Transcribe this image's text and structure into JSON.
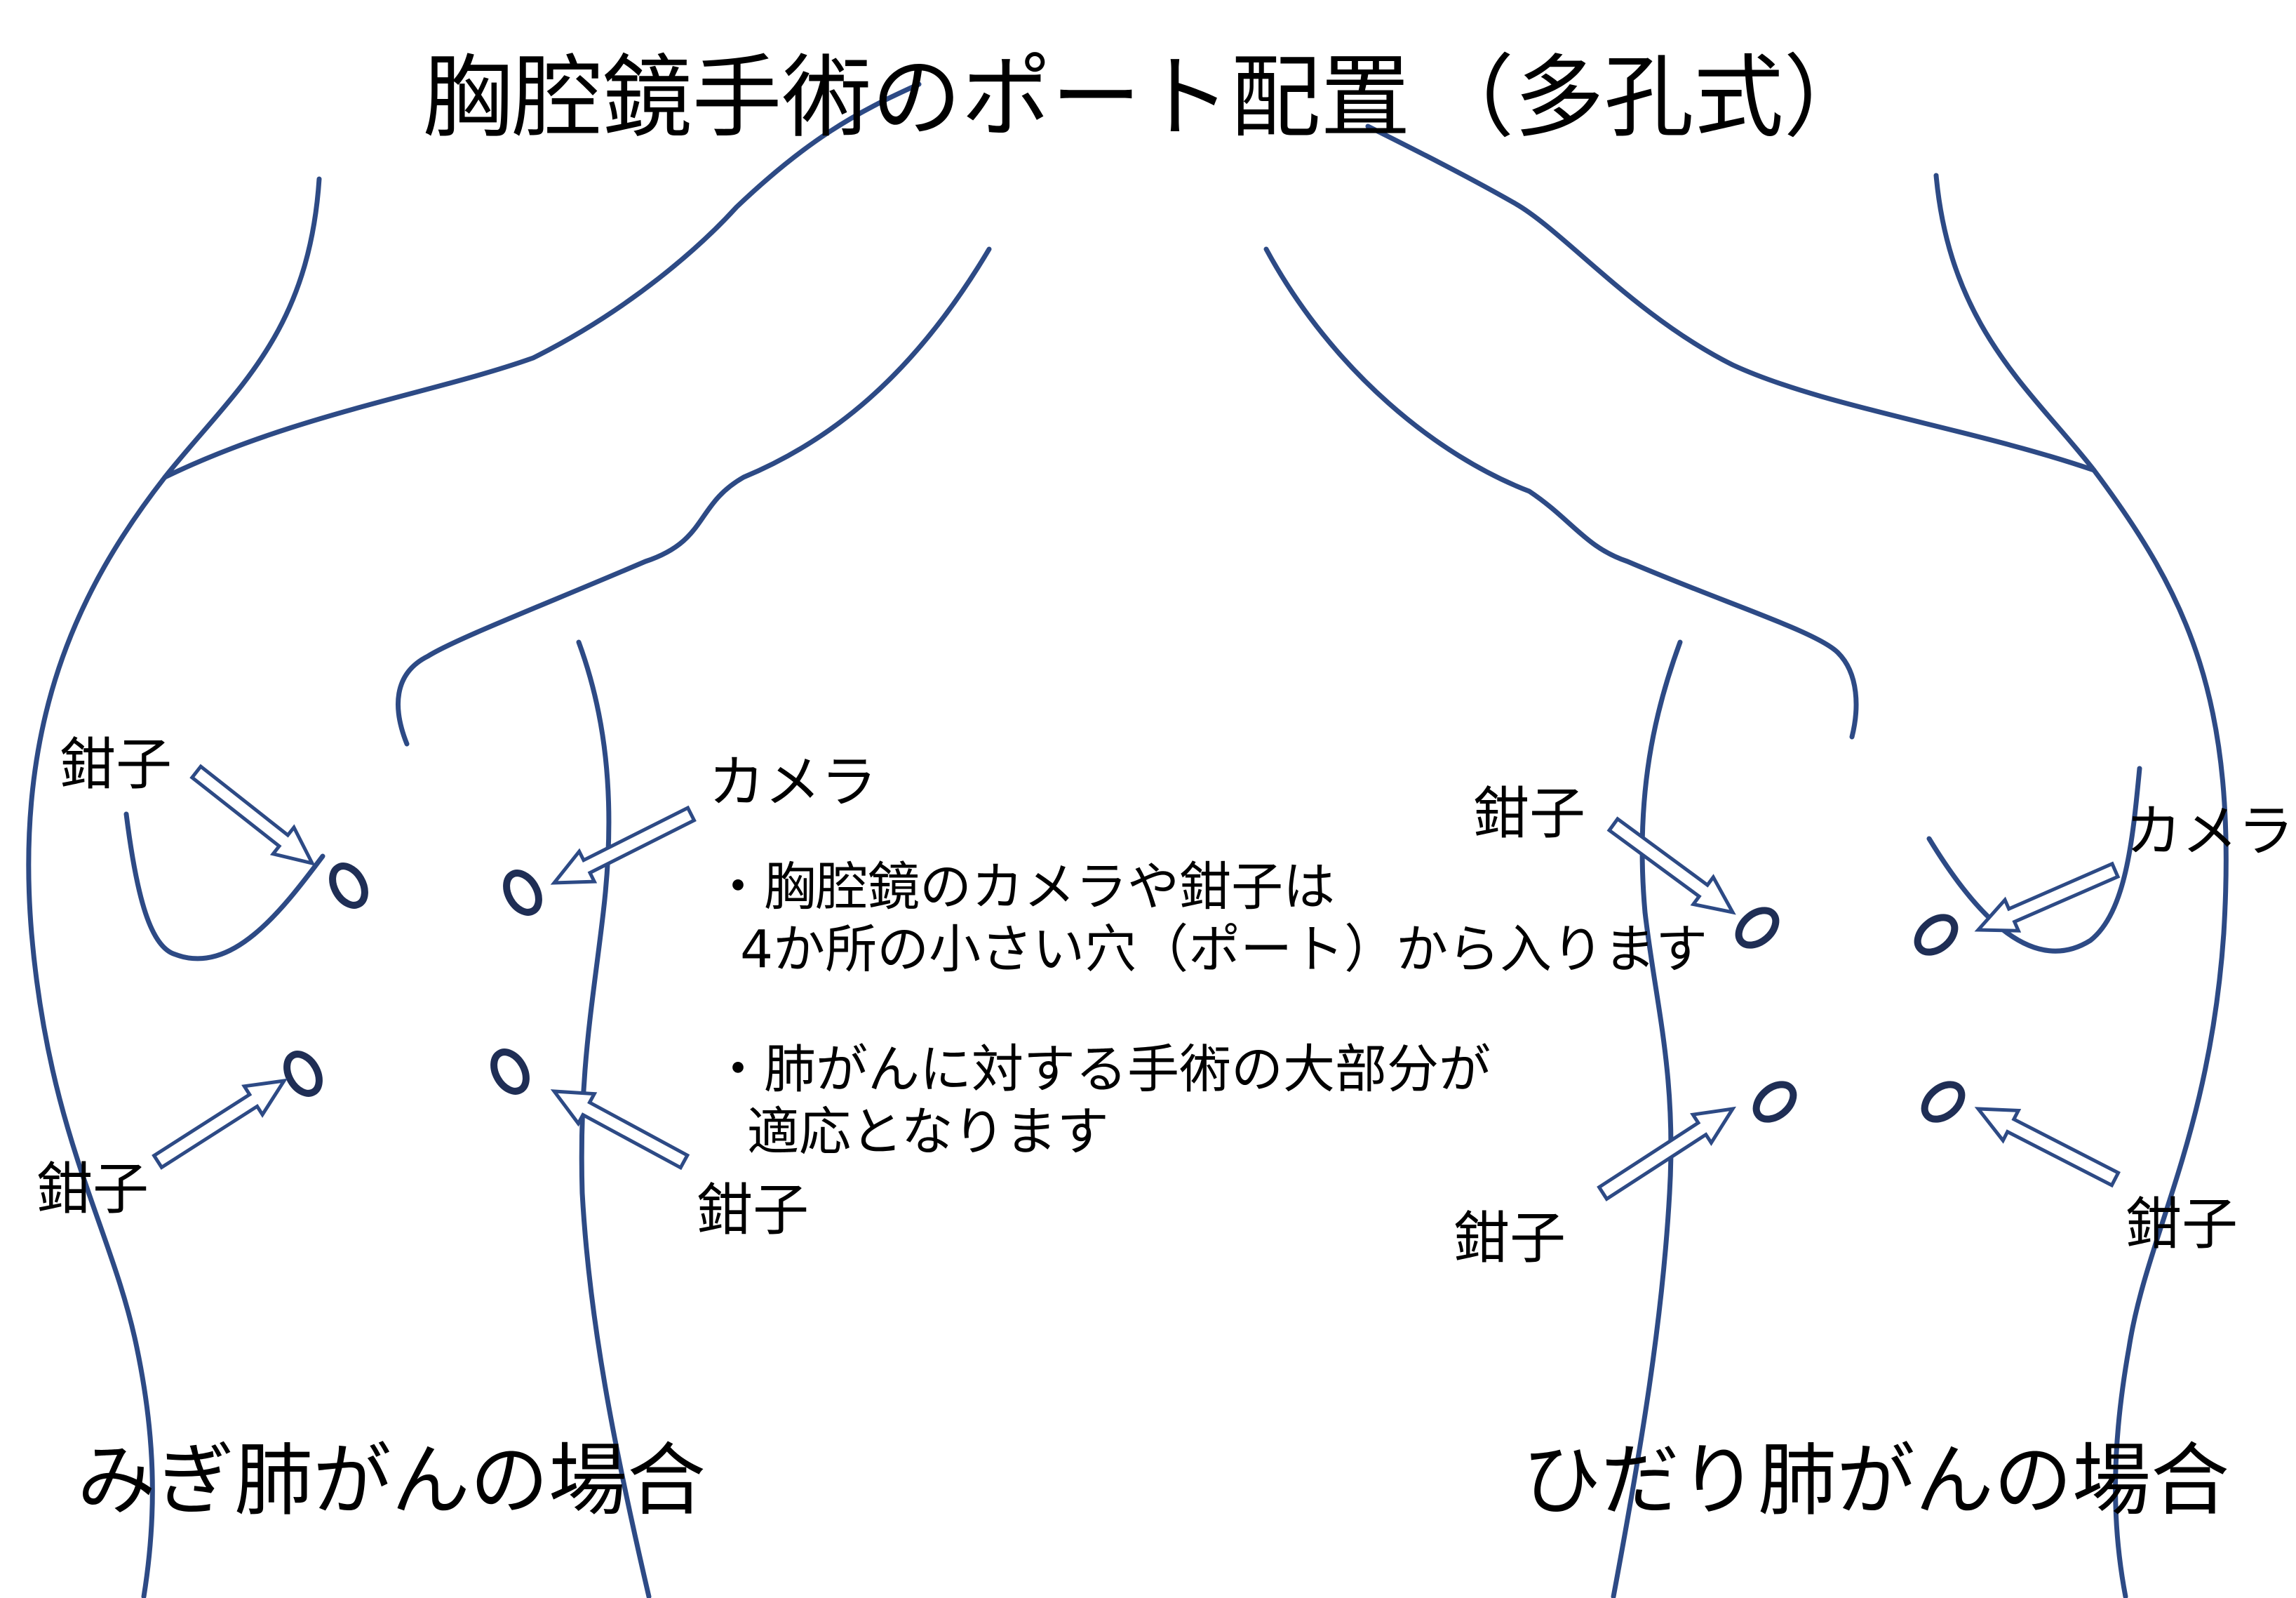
{
  "title": {
    "main": "胸腔鏡手術のポート配置",
    "sub": "（多孔式）"
  },
  "colors": {
    "outline": "#2d4a85",
    "text": "#000000",
    "background": "#ffffff"
  },
  "right_lung": {
    "caption": "みぎ肺がんの場合",
    "labels": {
      "upper_left": "鉗子",
      "camera": "カメラ",
      "lower_left": "鉗子",
      "lower_right": "鉗子"
    }
  },
  "left_lung": {
    "caption": "ひだり肺がんの場合",
    "labels": {
      "upper_left": "鉗子",
      "camera": "カメラ",
      "lower_left": "鉗子",
      "lower_right": "鉗子"
    }
  },
  "notes": [
    {
      "line1": "・胸腔鏡のカメラや鉗子は",
      "line2": "4か所の小さい穴（ポート）から入ります"
    },
    {
      "line1": "・肺がんに対する手術の大部分が",
      "line2": "適応となります"
    }
  ]
}
